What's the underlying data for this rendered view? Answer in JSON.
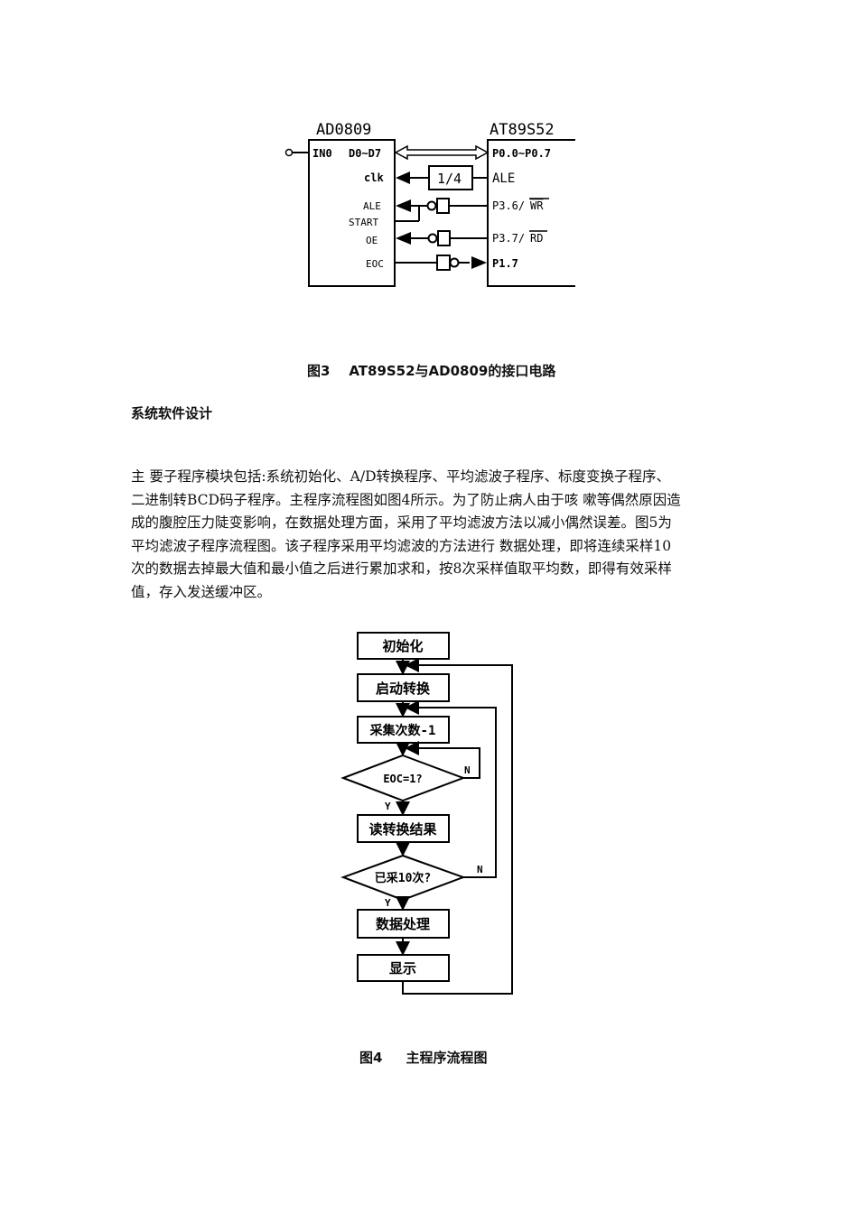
{
  "figure3": {
    "chip_left_label": "AD0809",
    "chip_right_label": "AT89S52",
    "left_pins": [
      "IN0",
      "D0~D7",
      "clk",
      "ALE",
      "START",
      "OE",
      "EOC"
    ],
    "right_pins": [
      "P0.0~P0.7",
      "ALE",
      "P3.6/",
      "WR",
      "P3.7/",
      "RD",
      "P1.7"
    ],
    "divider_label": "1/4",
    "caption": "图3    AT89S52与AD0809的接口电路"
  },
  "section_heading": "系统软件设计",
  "paragraph_lines": [
    "主 要子程序模块包括:系统初始化、A/D转换程序、平均滤波子程序、标度变换子程序、",
    "二进制转BCD码子程序。主程序流程图如图4所示。为了防止病人由于咳 嗽等偶然原因造",
    "成的腹腔压力陡变影响，在数据处理方面，采用了平均滤波方法以减小偶然误差。图5为",
    "平均滤波子程序流程图。该子程序采用平均滤波的方法进行 数据处理，即将连续采样10",
    "次的数据去掉最大值和最小值之后进行累加求和，按8次采样值取平均数，即得有效采样",
    "值，存入发送缓冲区。"
  ],
  "figure4": {
    "steps": [
      "初始化",
      "启动转换",
      "采集次数-1",
      "读转换结果",
      "数据处理",
      "显示"
    ],
    "decisions": [
      "EOC=1?",
      "已采10次?"
    ],
    "yes_label": "Y",
    "no_label": "N",
    "caption": "图4     主程序流程图"
  }
}
